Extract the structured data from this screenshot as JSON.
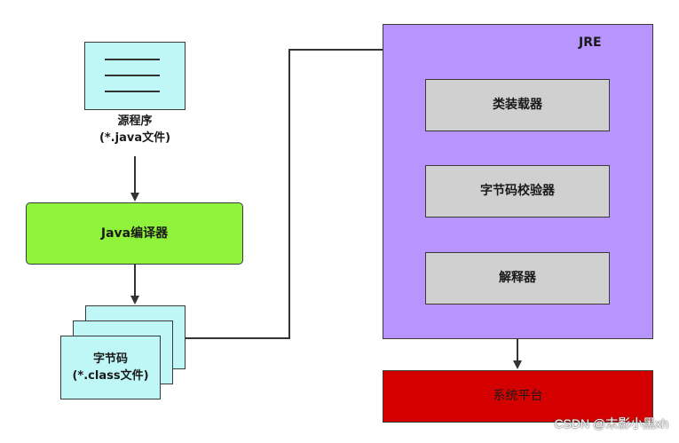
{
  "nodes": {
    "source_line1": "源程序",
    "source_line2": "(*.java文件)",
    "compiler": "Java编译器",
    "bytecode_line1": "字节码",
    "bytecode_line2": "(*.class文件)",
    "jre": "JRE",
    "class_loader": "类装载器",
    "bytecode_verifier": "字节码校验器",
    "interpreter": "解释器",
    "system_platform": "系统平台"
  },
  "watermark": "CSDN @末影小黑xh",
  "colors": {
    "source": "#bff7f7",
    "compiler": "#8ff23b",
    "jre": "#b794ff",
    "jre_steps": "#d0d0d0",
    "platform": "#d40000"
  }
}
